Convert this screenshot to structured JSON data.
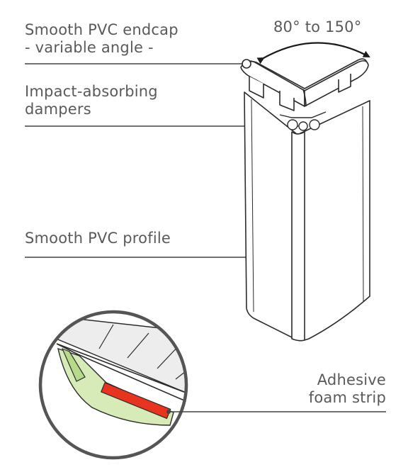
{
  "callouts": {
    "endcap": {
      "line1": "Smooth PVC endcap",
      "line2": "- variable angle -"
    },
    "dampers": {
      "line1": "Impact-absorbing",
      "line2": "dampers"
    },
    "profile": {
      "line1": "Smooth PVC profile"
    },
    "foam": {
      "line1": "Adhesive",
      "line2": "foam strip"
    },
    "angle": {
      "text": "80° to 150°"
    }
  },
  "colors": {
    "text": "#5a5a5a",
    "line": "#444444",
    "outline": "#2b2b2b",
    "foam_strip": "#e8341f",
    "green_edge": "#b6d98a",
    "green_fill": "#d7ebb9",
    "panel_fill": "#ededed"
  }
}
